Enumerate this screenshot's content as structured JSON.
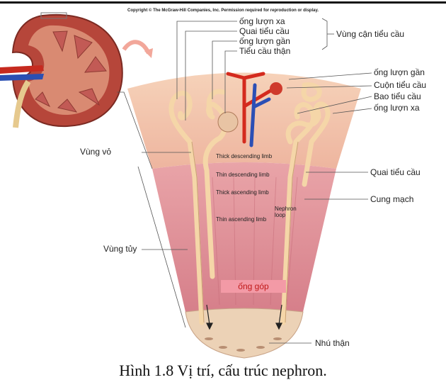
{
  "copyright": "Copyright © The McGraw-Hill Companies, Inc. Permission required for reproduction or display.",
  "labels": {
    "distal_top": "ống lượn xa",
    "loop_top": "Quai tiểu cầu",
    "proximal_top": "ống lượn gần",
    "glomerulus_top": "Tiểu cầu thận",
    "juxta_region": "Vùng cận tiểu cầu",
    "proximal_right": "ống lượn gần",
    "glomerulus_tuft": "Cuộn tiểu cầu",
    "bowman": "Bao tiểu cầu",
    "distal_right": "ống lượn xa",
    "cortex": "Vùng vỏ",
    "thick_desc": "Thick descending limb",
    "thin_desc": "Thin descending limb",
    "thick_asc": "Thick ascending limb",
    "thin_asc": "Thin ascending limb",
    "nephron_loop": "Nephron loop",
    "loop_right": "Quai tiểu cầu",
    "arcuate": "Cung mạch",
    "medulla": "Vùng tủy",
    "collecting_duct": "ống góp",
    "papilla": "Nhú thận"
  },
  "caption": "Hình 1.8 Vị trí, cấu trúc nephron.",
  "colors": {
    "cortex": "#f2c3a6",
    "medulla": "#e69aa0",
    "papilla": "#ecd2b6",
    "tubule": "#f5d6a8",
    "artery": "#d42a1e",
    "vein": "#2b4fb5",
    "collecting_label_bg": "#f39aa6",
    "collecting_label_text": "#c01818"
  }
}
